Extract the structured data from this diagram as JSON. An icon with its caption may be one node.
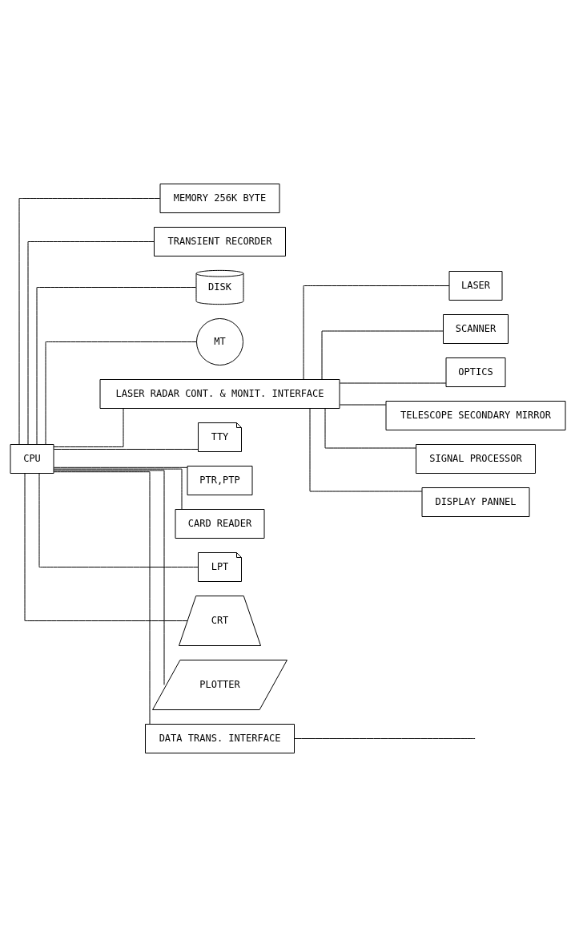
{
  "diagram": {
    "nodes": [
      {
        "text": [
          "CPU"
        ]
      },
      {
        "text": [
          "MEMORY 256K BYTE"
        ]
      },
      {
        "text": [
          "TRANSIENT RECORDER"
        ]
      },
      {
        "text": [
          "DISK"
        ]
      },
      {
        "text": [
          "MT"
        ]
      },
      {
        "text": [
          "LASER RADAR CONT. & MONIT. INTERFACE"
        ]
      },
      {
        "text": [
          "TTY"
        ]
      },
      {
        "text": [
          "PTR,PTP"
        ]
      },
      {
        "text": [
          "CARD READER"
        ]
      },
      {
        "text": [
          "LPT"
        ]
      },
      {
        "text": [
          "CRT"
        ]
      },
      {
        "text": [
          "PLOTTER"
        ]
      },
      {
        "text": [
          "DATA TRANS. INTERFACE"
        ]
      },
      {
        "text": [
          "LASER"
        ]
      },
      {
        "text": [
          "SCANNER"
        ]
      },
      {
        "text": [
          "OPTICS"
        ]
      },
      {
        "text": [
          "TELESCOPE SECONDARY MIRROR"
        ]
      },
      {
        "text": [
          "SIGNAL PROCESSOR"
        ]
      },
      {
        "text": [
          "DISPLAY PANNEL"
        ]
      }
    ],
    "edges": [
      {
        "from": 0,
        "to": 1,
        "arrow": "none"
      },
      {
        "from": 0,
        "to": 2,
        "arrow": "none"
      },
      {
        "from": 0,
        "to": 3,
        "arrow": "none"
      },
      {
        "from": 0,
        "to": 4,
        "arrow": "none"
      },
      {
        "from": 0,
        "to": 5,
        "arrow": "none"
      },
      {
        "from": 0,
        "to": 6,
        "arrow": "none"
      },
      {
        "from": 0,
        "to": 7,
        "arrow": "none"
      },
      {
        "from": 0,
        "to": 8,
        "arrow": "none"
      },
      {
        "from": 0,
        "to": 9,
        "arrow": "none"
      },
      {
        "from": 0,
        "to": 10,
        "arrow": "none"
      },
      {
        "from": 0,
        "to": 11,
        "arrow": "none"
      },
      {
        "from": 0,
        "to": 12,
        "arrow": "none"
      },
      {
        "from": 5,
        "to": 13,
        "arrow": "none"
      },
      {
        "from": 5,
        "to": 14,
        "arrow": "none"
      },
      {
        "from": 5,
        "to": 15,
        "arrow": "none"
      },
      {
        "from": 5,
        "to": 16,
        "arrow": "none"
      },
      {
        "from": 5,
        "to": 17,
        "arrow": "none"
      },
      {
        "from": 5,
        "to": 18,
        "arrow": "none"
      },
      {
        "from": 12,
        "to": null,
        "arrow": "none"
      }
    ]
  }
}
